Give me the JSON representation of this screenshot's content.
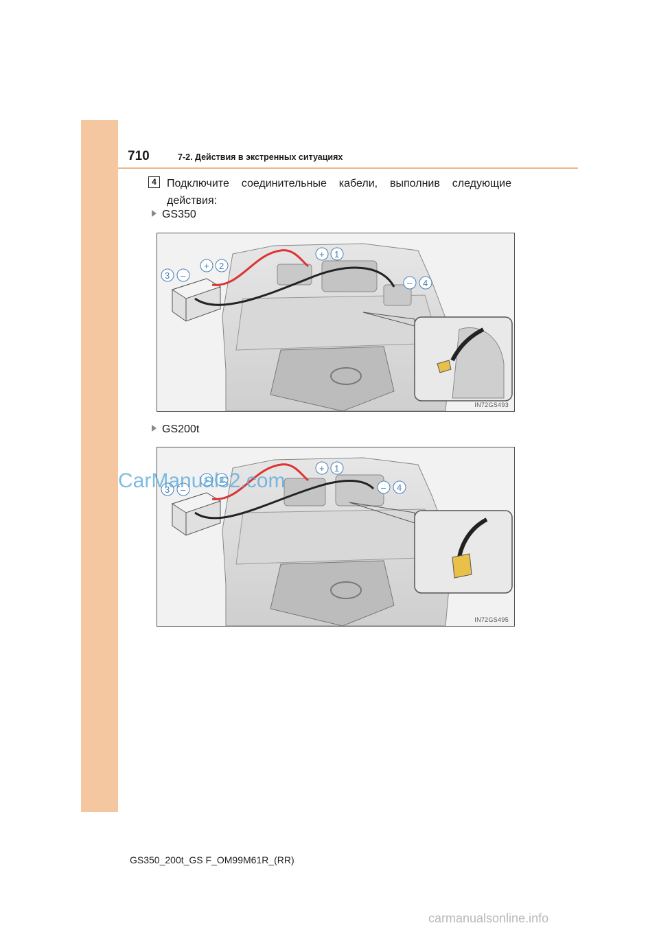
{
  "header": {
    "page_number": "710",
    "section": "7-2. Действия в экстренных ситуациях"
  },
  "step": {
    "number": "4",
    "line1": [
      "Подключите",
      "соединительные",
      "кабели,",
      "выполнив",
      "следующие"
    ],
    "line2": "действия:"
  },
  "figures": [
    {
      "model": "GS350",
      "code": "IN72GS493",
      "callouts": [
        "1",
        "2",
        "3",
        "4"
      ],
      "signs": [
        "+",
        "+",
        "–",
        "–"
      ]
    },
    {
      "model": "GS200t",
      "code": "IN72GS495",
      "callouts": [
        "1",
        "2",
        "3",
        "4"
      ],
      "signs": [
        "+",
        "+",
        "–",
        "–"
      ]
    }
  ],
  "watermark": "CarManuals2.com",
  "footer": {
    "code": "GS350_200t_GS F_OM99M61R_(RR)",
    "site": "carmanualsonline.info"
  },
  "colors": {
    "sidebar": "#f4c7a1",
    "rule": "#f0b58a",
    "callout": "#4a7fb5",
    "cable_red": "#d33",
    "terminal_highlight": "#e8c04a"
  }
}
